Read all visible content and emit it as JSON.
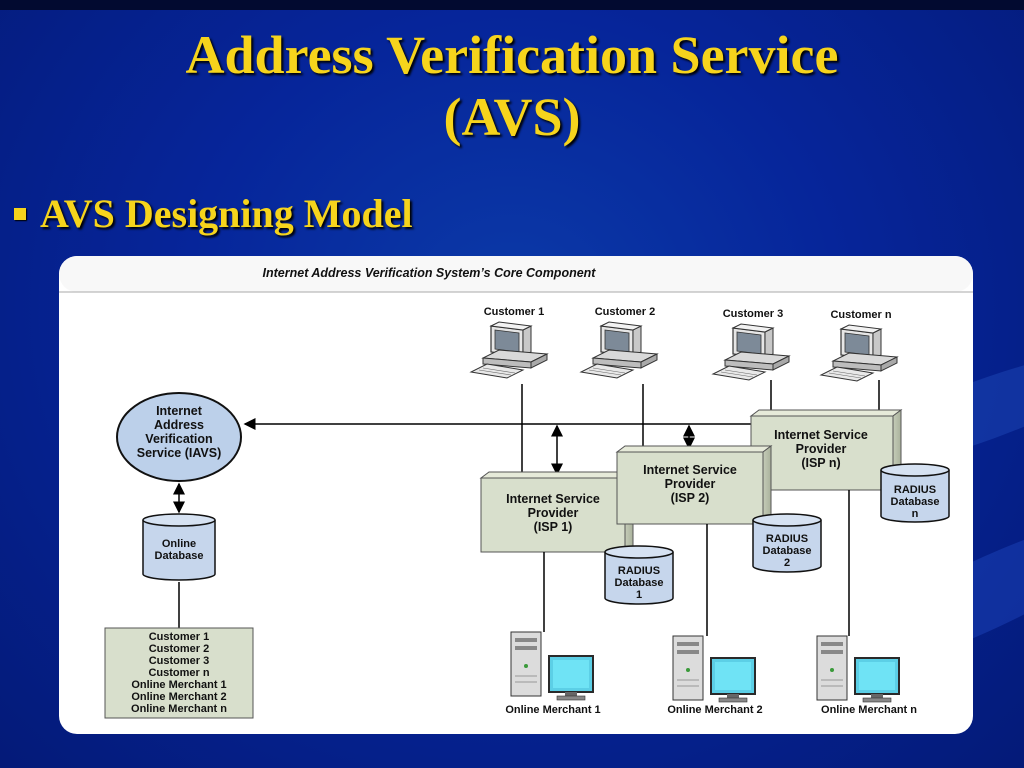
{
  "slide": {
    "title_line1": "Address Verification Service",
    "title_line2": "(AVS)",
    "bullet": "AVS Designing Model"
  },
  "diagram": {
    "header": "Internet Address Verification System’s Core Component",
    "iavs": [
      "Internet",
      "Address",
      "Verification",
      "Service (IAVS)"
    ],
    "online_database": [
      "Online",
      "Database"
    ],
    "customers_list": [
      "Customer 1",
      "Customer 2",
      "Customer 3",
      "Customer n",
      "Online Merchant 1",
      "Online Merchant 2",
      "Online Merchant n"
    ],
    "customers": [
      "Customer 1",
      "Customer 2",
      "Customer 3",
      "Customer n"
    ],
    "isp1": [
      "Internet Service",
      "Provider",
      "(ISP 1)"
    ],
    "isp2": [
      "Internet Service",
      "Provider",
      "(ISP 2)"
    ],
    "ispn": [
      "Internet Service",
      "Provider",
      "(ISP n)"
    ],
    "radius1": [
      "RADIUS",
      "Database",
      "1"
    ],
    "radius2": [
      "RADIUS",
      "Database",
      "2"
    ],
    "radiusn": [
      "RADIUS",
      "Database",
      "n"
    ],
    "merchants": [
      "Online Merchant 1",
      "Online Merchant 2",
      "Online Merchant n"
    ]
  },
  "colors": {
    "title": "#f6d41c",
    "box_fill": "#d8dfcc",
    "db_fill": "#c6d6ec",
    "iavs_fill": "#bcd0ea"
  },
  "icons": [
    "computer-icon",
    "server-icon",
    "monitor-icon",
    "database-icon"
  ]
}
